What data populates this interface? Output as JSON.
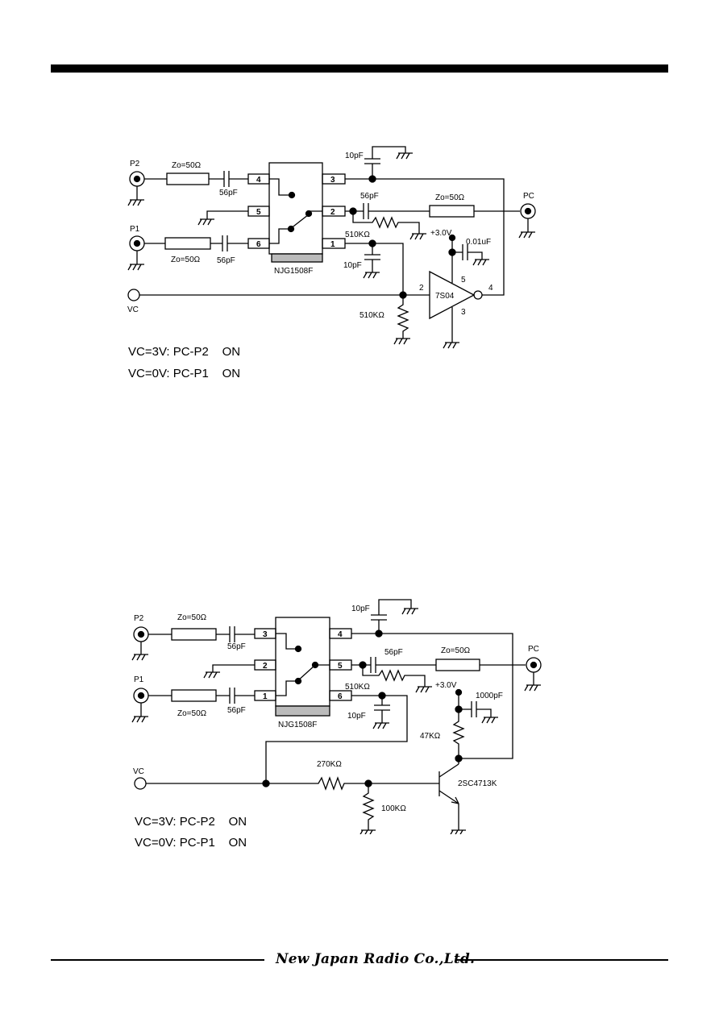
{
  "circuit1": {
    "ports": {
      "p2": "P2",
      "p1": "P1",
      "pc": "PC",
      "vc": "VC"
    },
    "ic_name": "NJG1508F",
    "ic_pins": {
      "left_top": "4",
      "left_mid": "5",
      "left_bot": "6",
      "right_top": "3",
      "right_mid": "2",
      "right_bot": "1"
    },
    "components": {
      "zo_top": "Zo=50Ω",
      "zo_bot": "Zo=50Ω",
      "zo_pc": "Zo=50Ω",
      "cap_p2": "56pF",
      "cap_p1": "56pF",
      "cap_pc": "56pF",
      "cap_top": "10pF",
      "cap_bias": "10pF",
      "res_pc": "510KΩ",
      "res_vc": "510KΩ",
      "supply": "+3.0V",
      "cap_supply": "0.01uF",
      "inverter": "7S04"
    },
    "inverter_pins": {
      "in": "2",
      "vdd": "5",
      "gnd": "3",
      "out": "4"
    },
    "notes": [
      "VC=3V: PC-P2    ON",
      "VC=0V: PC-P1    ON"
    ]
  },
  "circuit2": {
    "ports": {
      "p2": "P2",
      "p1": "P1",
      "pc": "PC",
      "vc": "VC"
    },
    "ic_name": "NJG1508F",
    "ic_pins": {
      "left_top": "3",
      "left_mid": "2",
      "left_bot": "1",
      "right_top": "4",
      "right_mid": "5",
      "right_bot": "6"
    },
    "components": {
      "zo_top": "Zo=50Ω",
      "zo_bot": "Zo=50Ω",
      "zo_pc": "Zo=50Ω",
      "cap_p2": "56pF",
      "cap_p1": "56pF",
      "cap_pc": "56pF",
      "cap_top": "10pF",
      "cap_bias": "10pF",
      "res_pc": "510KΩ",
      "supply": "+3.0V",
      "cap_supply": "1000pF",
      "res_collector": "47KΩ",
      "res_base": "270KΩ",
      "res_bias": "100KΩ",
      "transistor": "2SC4713K"
    },
    "notes": [
      "VC=3V: PC-P2    ON",
      "VC=0V: PC-P1    ON"
    ]
  },
  "footer": {
    "company": "New Japan Radio Co.,Ltd."
  }
}
